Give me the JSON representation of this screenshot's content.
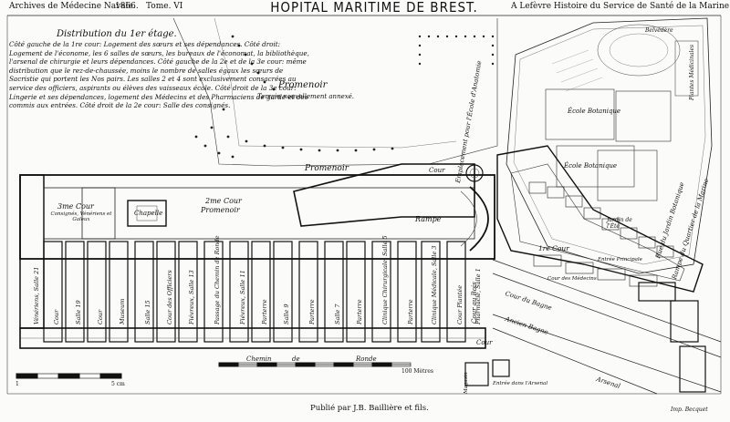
{
  "header": {
    "left": "Archives de Médecine Navale.",
    "year": "1866.",
    "tome": "Tome. VI",
    "title": "HOPITAL MARITIME DE BREST.",
    "right": "A Lefèvre Histoire du Service de Santé de la Marine."
  },
  "legend": {
    "title": "Distribution du 1er étage.",
    "text": "Côté gauche de la 1re cour: Logement des sœurs et ses dépendances. Côté droit: Logement de l'économe, les 6 salles de sœurs, les bureaux de l'économat, la bibliothèque, l'arsenal de chirurgie et leurs dépendances. Côté gauche de la 2e et de la 3e cour: même distribution que le rez-de-chaussée, moins le nombre de salles égaux les sœurs de Sacristie qui portent les Nos pairs. Les salles 2 et 4 sont exclusivement consacrées au service des officiers, aspirants ou élèves des vaisseaux école. Côté droit de la 3e cour: Lingerie et ses dépendances, logement des Médecins et des Pharmaciens de garde et des commis aux entrées. Côté droit de la 2e cour: Salle des consignés."
  },
  "labels": {
    "promenoir_top": "Promenoir",
    "terrain": "Terrain nouvellement annexé.",
    "promenoir_mid": "Promenoir",
    "cour3": "3me Cour",
    "cour3_sub": "Consignés, Vénériens et Galeux",
    "chapelle": "Chapelle",
    "cour2": "2me Cour",
    "promenoir2": "Promenoir",
    "rampe": "Rampe",
    "cour_top": "Cour",
    "cour1": "1re Cour",
    "jardin": "Jardin de l'Été",
    "ecole_botanique1": "École Botanique",
    "ecole_botanique2": "École Botanique",
    "belvedere": "Belvédère",
    "plantes": "Plantes Médicinales",
    "rue_gestion": "Rue du Jardin Botanique",
    "rampe_quartier": "Rampe du Quartier de la Marine",
    "emplacement": "Emplacement pour l'École d'Anatomie",
    "cour_de_bagne": "Cour du Bagne",
    "ancien_bagne": "Ancien Bagne",
    "arsenal": "Arsenal",
    "entree": "Entrée dans l'Arsenal",
    "chemin": "Chemin",
    "de": "de",
    "ronde": "Ronde",
    "entree_principale": "Entrée Principale",
    "cour_bois": "Cour au Bois",
    "cour_small": "Cour",
    "magasin": "Magasin",
    "cour_medecins": "Cour des Médecins",
    "wards": [
      "Vénériens, Salle 21",
      "Cour",
      "Salle 19",
      "Cour",
      "Museum",
      "Salle 15",
      "Cour des Officiers",
      "Fiévreux, Salle 13",
      "Passage du Chemin de Ronde",
      "Fiévreux, Salle 11",
      "Parterre",
      "Salle 9",
      "Parterre",
      "Salle 7",
      "Parterre",
      "Clinique Chirurgicale, Salle 5",
      "Parterre",
      "Clinique Médicale, Salle 3",
      "Cour Plantée",
      "Pharmacie, Salle 1"
    ]
  },
  "scale": {
    "start": "1",
    "end": "5 cm",
    "chem": "100 Mètres"
  },
  "footer": {
    "publisher": "Publié par J.B. Baillière et fils.",
    "printer": "Imp. Becquet"
  }
}
